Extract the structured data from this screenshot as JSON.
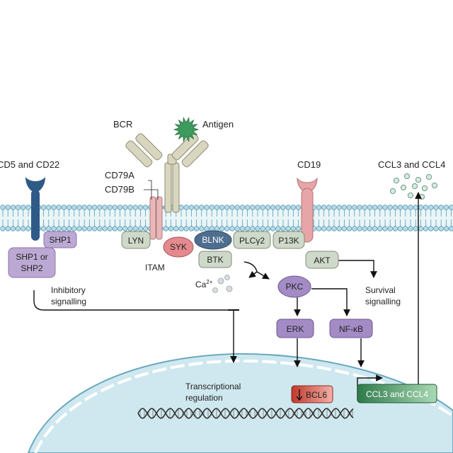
{
  "colors": {
    "membrane_head": "#b7dbe7",
    "membrane_stroke": "#5b9db4",
    "nucleus_fill": "#cfe8f0",
    "nucleus_stroke": "#6aa9bf",
    "bcr": "#d9d6bf",
    "cd79": "#e9b7b8",
    "cd5": "#2f5a87",
    "cd19": "#e7a5a7",
    "shp": "#bca9d3",
    "kinase_grey": "#cfd9c9",
    "syk": "#e48a8e",
    "blnk": "#4f6e8f",
    "purple_node": "#a38bc6",
    "bcl6": "#c0392b",
    "ccl": "#2f7a4a",
    "antigen": "#3e9b5e",
    "arrow": "#111111"
  },
  "labels": {
    "bcr": "BCR",
    "antigen": "Antigen",
    "cd79a": "CD79A",
    "cd79b": "CD79B",
    "itam": "ITAM",
    "cd5_cd22": "CD5 and CD22",
    "cd19": "CD19",
    "ccl_top": "CCL3 and CCL4",
    "ca": "Ca",
    "ca_sup": "2+",
    "inhibitory_1": "Inhibitory",
    "inhibitory_2": "signalling",
    "survival_1": "Survival",
    "survival_2": "signalling",
    "transcription_1": "Transcriptional",
    "transcription_2": "regulation"
  },
  "nodes": {
    "shp1": "SHP1",
    "shp1_or_shp2_1": "SHP1 or",
    "shp1_or_shp2_2": "SHP2",
    "lyn": "LYN",
    "syk": "SYK",
    "blnk": "BLNK",
    "plcg2": "PLCγ2",
    "btk": "BTK",
    "p13k": "P13K",
    "akt": "AKT",
    "pkc": "PKC",
    "erk": "ERK",
    "nfkb": "NF-κB",
    "bcl6": "BCL6",
    "ccl_nuc": "CCL3 and CCL4"
  }
}
